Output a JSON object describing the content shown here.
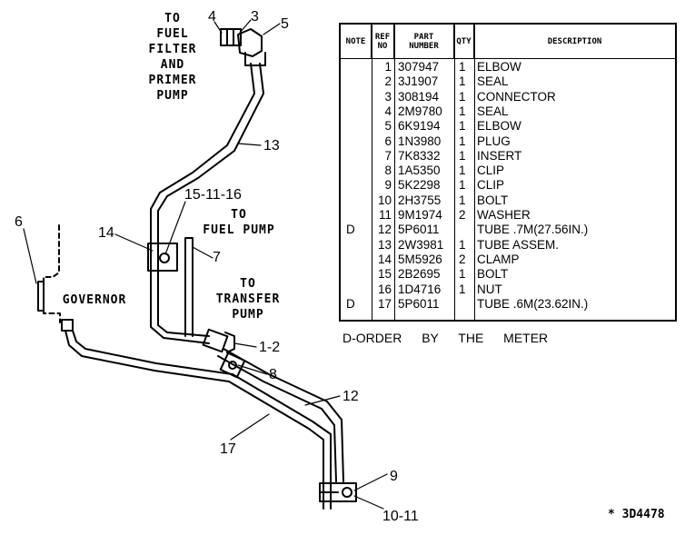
{
  "callouts": {
    "c4": "4",
    "c3": "3",
    "c5": "5",
    "c13": "13",
    "c15_11_16": "15-11-16",
    "c14": "14",
    "c7": "7",
    "c6": "6",
    "c1_2": "1-2",
    "c8": "8",
    "c12": "12",
    "c17": "17",
    "c9": "9",
    "c10_11": "10-11"
  },
  "notes": {
    "fuel_filter": "TO\nFUEL\nFILTER\nAND\nPRIMER\nPUMP",
    "fuel_pump": "TO\nFUEL PUMP",
    "transfer_pump": "TO\nTRANSFER\nPUMP",
    "governor": "GOVERNOR"
  },
  "table": {
    "headers": {
      "note": "NOTE",
      "ref": "REF\nNO",
      "part": "PART\nNUMBER",
      "qty": "QTY",
      "desc": "DESCRIPTION"
    },
    "rows": [
      {
        "note": "",
        "ref": "1",
        "part": "307947",
        "qty": "1",
        "desc": "ELBOW"
      },
      {
        "note": "",
        "ref": "2",
        "part": "3J1907",
        "qty": "1",
        "desc": "SEAL"
      },
      {
        "note": "",
        "ref": "3",
        "part": "308194",
        "qty": "1",
        "desc": "CONNECTOR"
      },
      {
        "note": "",
        "ref": "4",
        "part": "2M9780",
        "qty": "1",
        "desc": "SEAL"
      },
      {
        "note": "",
        "ref": "5",
        "part": "6K9194",
        "qty": "1",
        "desc": "ELBOW"
      },
      {
        "note": "",
        "ref": "6",
        "part": "1N3980",
        "qty": "1",
        "desc": "PLUG"
      },
      {
        "note": "",
        "ref": "7",
        "part": "7K8332",
        "qty": "1",
        "desc": "INSERT"
      },
      {
        "note": "",
        "ref": "8",
        "part": "1A5350",
        "qty": "1",
        "desc": "CLIP"
      },
      {
        "note": "",
        "ref": "9",
        "part": "5K2298",
        "qty": "1",
        "desc": "CLIP"
      },
      {
        "note": "",
        "ref": "10",
        "part": "2H3755",
        "qty": "1",
        "desc": "BOLT"
      },
      {
        "note": "",
        "ref": "11",
        "part": "9M1974",
        "qty": "2",
        "desc": "WASHER"
      },
      {
        "note": "D",
        "ref": "12",
        "part": "5P6011",
        "qty": "",
        "desc": "TUBE    .7M(27.56IN.)"
      },
      {
        "note": "",
        "ref": "13",
        "part": "2W3981",
        "qty": "1",
        "desc": "TUBE    ASSEM."
      },
      {
        "note": "",
        "ref": "14",
        "part": "5M5926",
        "qty": "2",
        "desc": "CLAMP"
      },
      {
        "note": "",
        "ref": "15",
        "part": "2B2695",
        "qty": "1",
        "desc": "BOLT"
      },
      {
        "note": "",
        "ref": "16",
        "part": "1D4716",
        "qty": "1",
        "desc": "NUT"
      },
      {
        "note": "D",
        "ref": "17",
        "part": "5P6011",
        "qty": "",
        "desc": "TUBE    .6M(23.62IN.)"
      }
    ]
  },
  "footer": "D-ORDER   BY   THE   METER",
  "doc_number": "* 3D4478"
}
